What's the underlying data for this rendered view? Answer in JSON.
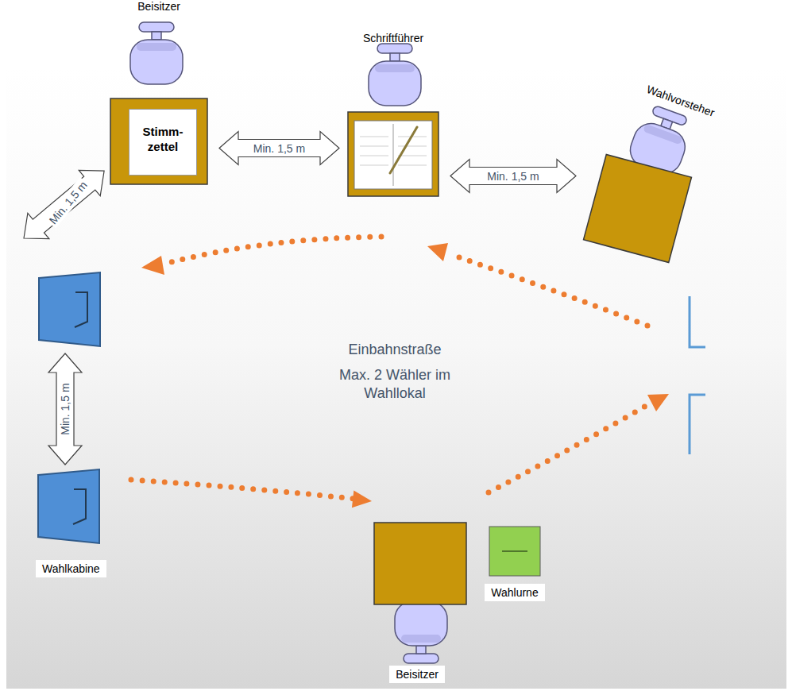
{
  "diagram": {
    "nodes": [
      {
        "text": [
          "Beisitzer"
        ]
      },
      {
        "text": [
          "Stimm- zettel"
        ],
        "in": 0
      },
      {
        "text": [
          "Schriftführer"
        ]
      },
      {
        "text": [
          "Wahlvorsteher"
        ]
      },
      {
        "text": [
          "Wahlkabine"
        ]
      },
      {
        "text": [
          "Beisitzer"
        ]
      },
      {
        "text": [
          "Wahlurne"
        ]
      }
    ],
    "edges": [
      {
        "from": 0,
        "to": 2,
        "label": "Min. 1,5 m",
        "arrow": "both"
      },
      {
        "from": 2,
        "to": 3,
        "label": "Min. 1,5 m",
        "arrow": "both"
      },
      {
        "from": 4,
        "to": 5,
        "arrow": "to"
      }
    ],
    "labels": [
      "Min. 1,5 m",
      "Min. 1,5 m",
      "Einbahnstraße",
      "Max. 2 Wähler im Wahllokal"
    ]
  }
}
